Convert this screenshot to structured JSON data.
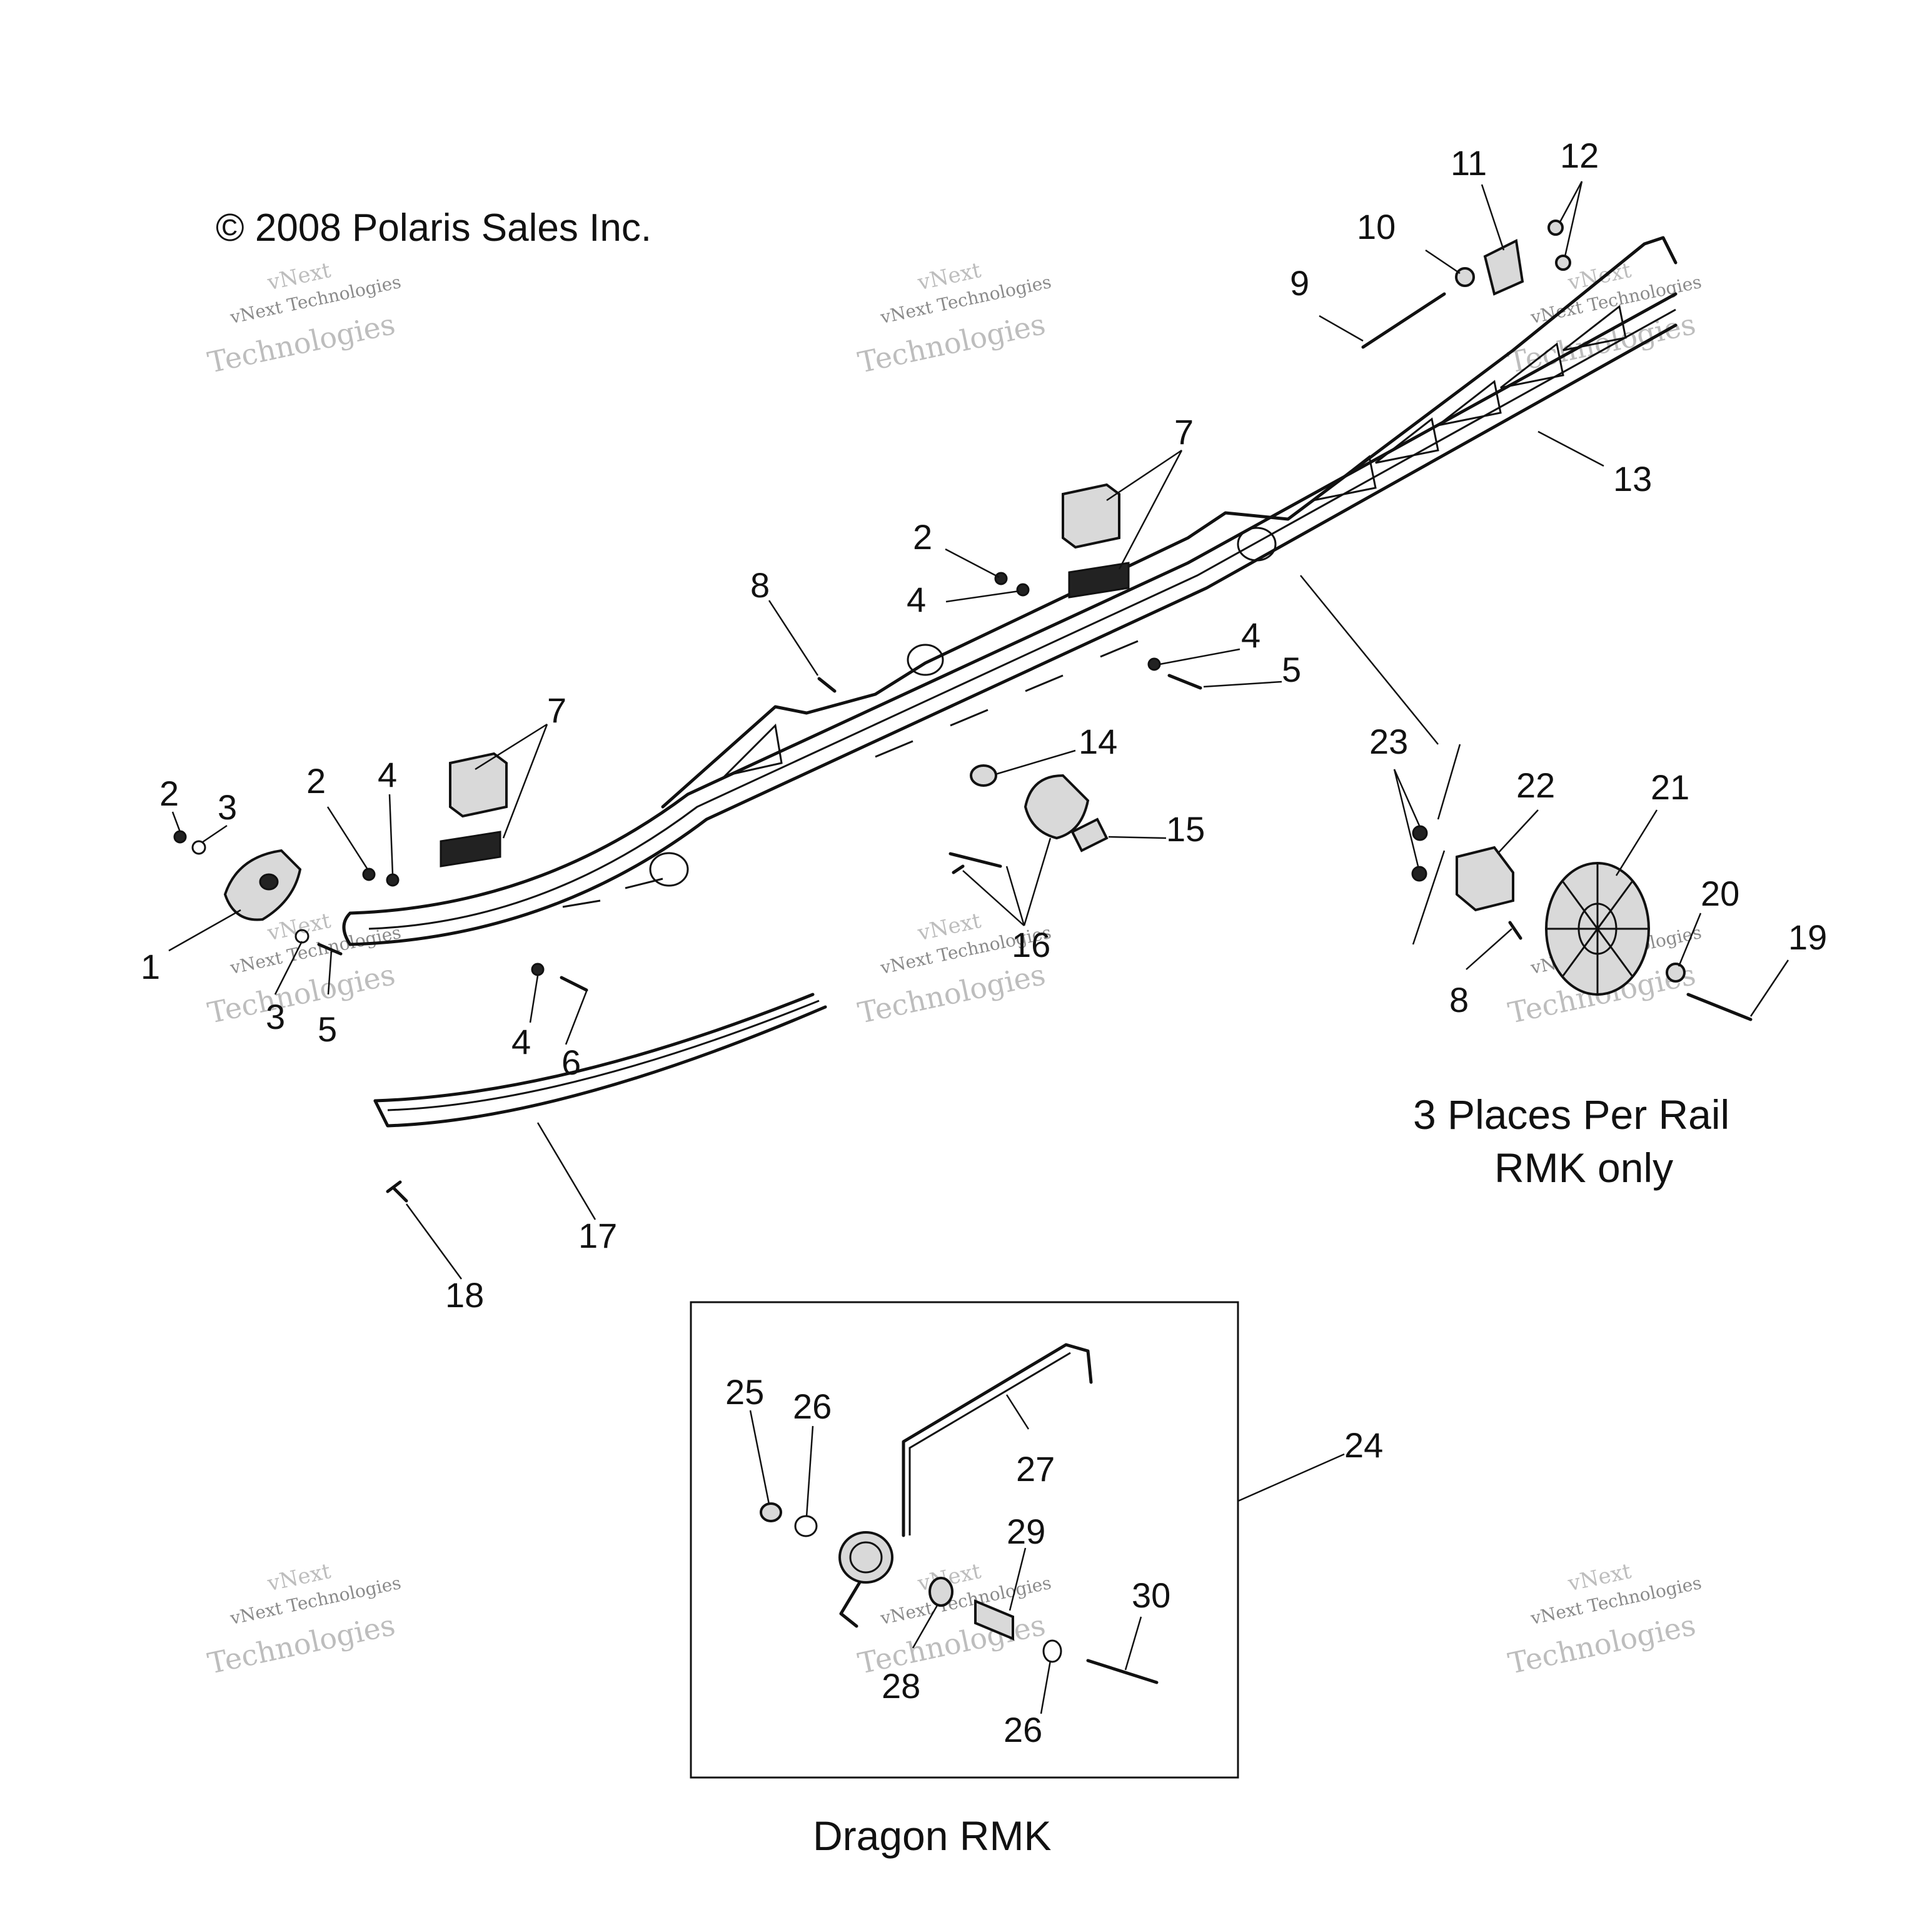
{
  "copyright": "© 2008 Polaris Sales Inc.",
  "watermark": {
    "line1": "vNext",
    "line2": "vNext Technologies",
    "line3": "Technologies"
  },
  "callouts": {
    "p1": "1",
    "p2a": "2",
    "p2b": "2",
    "p2c": "2",
    "p3a": "3",
    "p3b": "3",
    "p4a": "4",
    "p4b": "4",
    "p4c": "4",
    "p4d": "4",
    "p5a": "5",
    "p5b": "5",
    "p6": "6",
    "p7a": "7",
    "p7b": "7",
    "p8a": "8",
    "p8b": "8",
    "p9": "9",
    "p10": "10",
    "p11": "11",
    "p12": "12",
    "p13": "13",
    "p14": "14",
    "p15": "15",
    "p16": "16",
    "p17": "17",
    "p18": "18",
    "p19": "19",
    "p20": "20",
    "p21": "21",
    "p22": "22",
    "p23": "23",
    "p24": "24",
    "p25": "25",
    "p26a": "26",
    "p26b": "26",
    "p27": "27",
    "p28": "28",
    "p29": "29",
    "p30": "30"
  },
  "notes": {
    "places_line1": "3 Places Per Rail",
    "places_line2": "RMK only",
    "inset_caption": "Dragon RMK"
  }
}
